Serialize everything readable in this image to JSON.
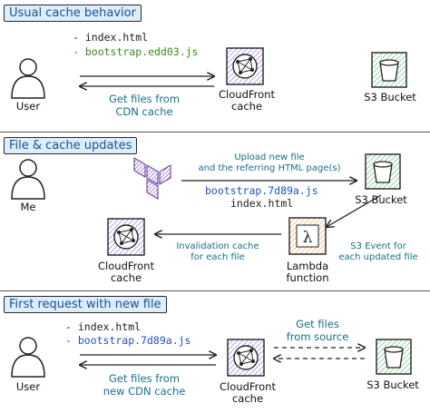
{
  "sections": {
    "usual": {
      "title": "Usual cache behavior"
    },
    "updates": {
      "title": "File & cache updates"
    },
    "first": {
      "title": "First request with new file"
    }
  },
  "actors": {
    "user1": "User",
    "me": "Me",
    "user2": "User"
  },
  "nodes": {
    "cloudfront1": "CloudFront\ncache",
    "s3_1": "S3 Bucket",
    "s3_2": "S3 Bucket",
    "cloudfront2": "CloudFront\ncache",
    "lambda": "Lambda\nfunction",
    "cloudfront3": "CloudFront\ncache",
    "s3_3": "S3 Bucket"
  },
  "files": {
    "section1": [
      "- index.html",
      "- bootstrap.edd03.js"
    ],
    "section2": [
      "bootstrap.7d89a.js",
      "index.html"
    ],
    "section3": [
      "- index.html",
      "- bootstrap.7d89a.js"
    ]
  },
  "notes": {
    "get_cdn": "Get files from\nCDN cache",
    "upload": "Upload new file\nand the referring HTML page(s)",
    "invalidation": "Invalidation cache\nfor each file",
    "s3_event": "S3 Event for\neach updated file",
    "get_source": "Get files\nfrom source",
    "get_new_cdn": "Get files from\nnew CDN cache"
  },
  "colors": {
    "header_bg": "#dceefe",
    "header_text": "#1e4f8a",
    "cloudfront": "#8c4fff",
    "s3": "#2e9e5b",
    "lambda": "#ed7100",
    "terraform": "#7b42bc",
    "accent_green": "#3a8a1e",
    "accent_blue": "#1f4fd0",
    "note_teal": "#176f88"
  },
  "icons": {
    "cloudfront": "cloudfront-icon",
    "s3": "s3-bucket-icon",
    "lambda": "lambda-icon",
    "terraform": "terraform-icon",
    "person": "person-icon"
  }
}
